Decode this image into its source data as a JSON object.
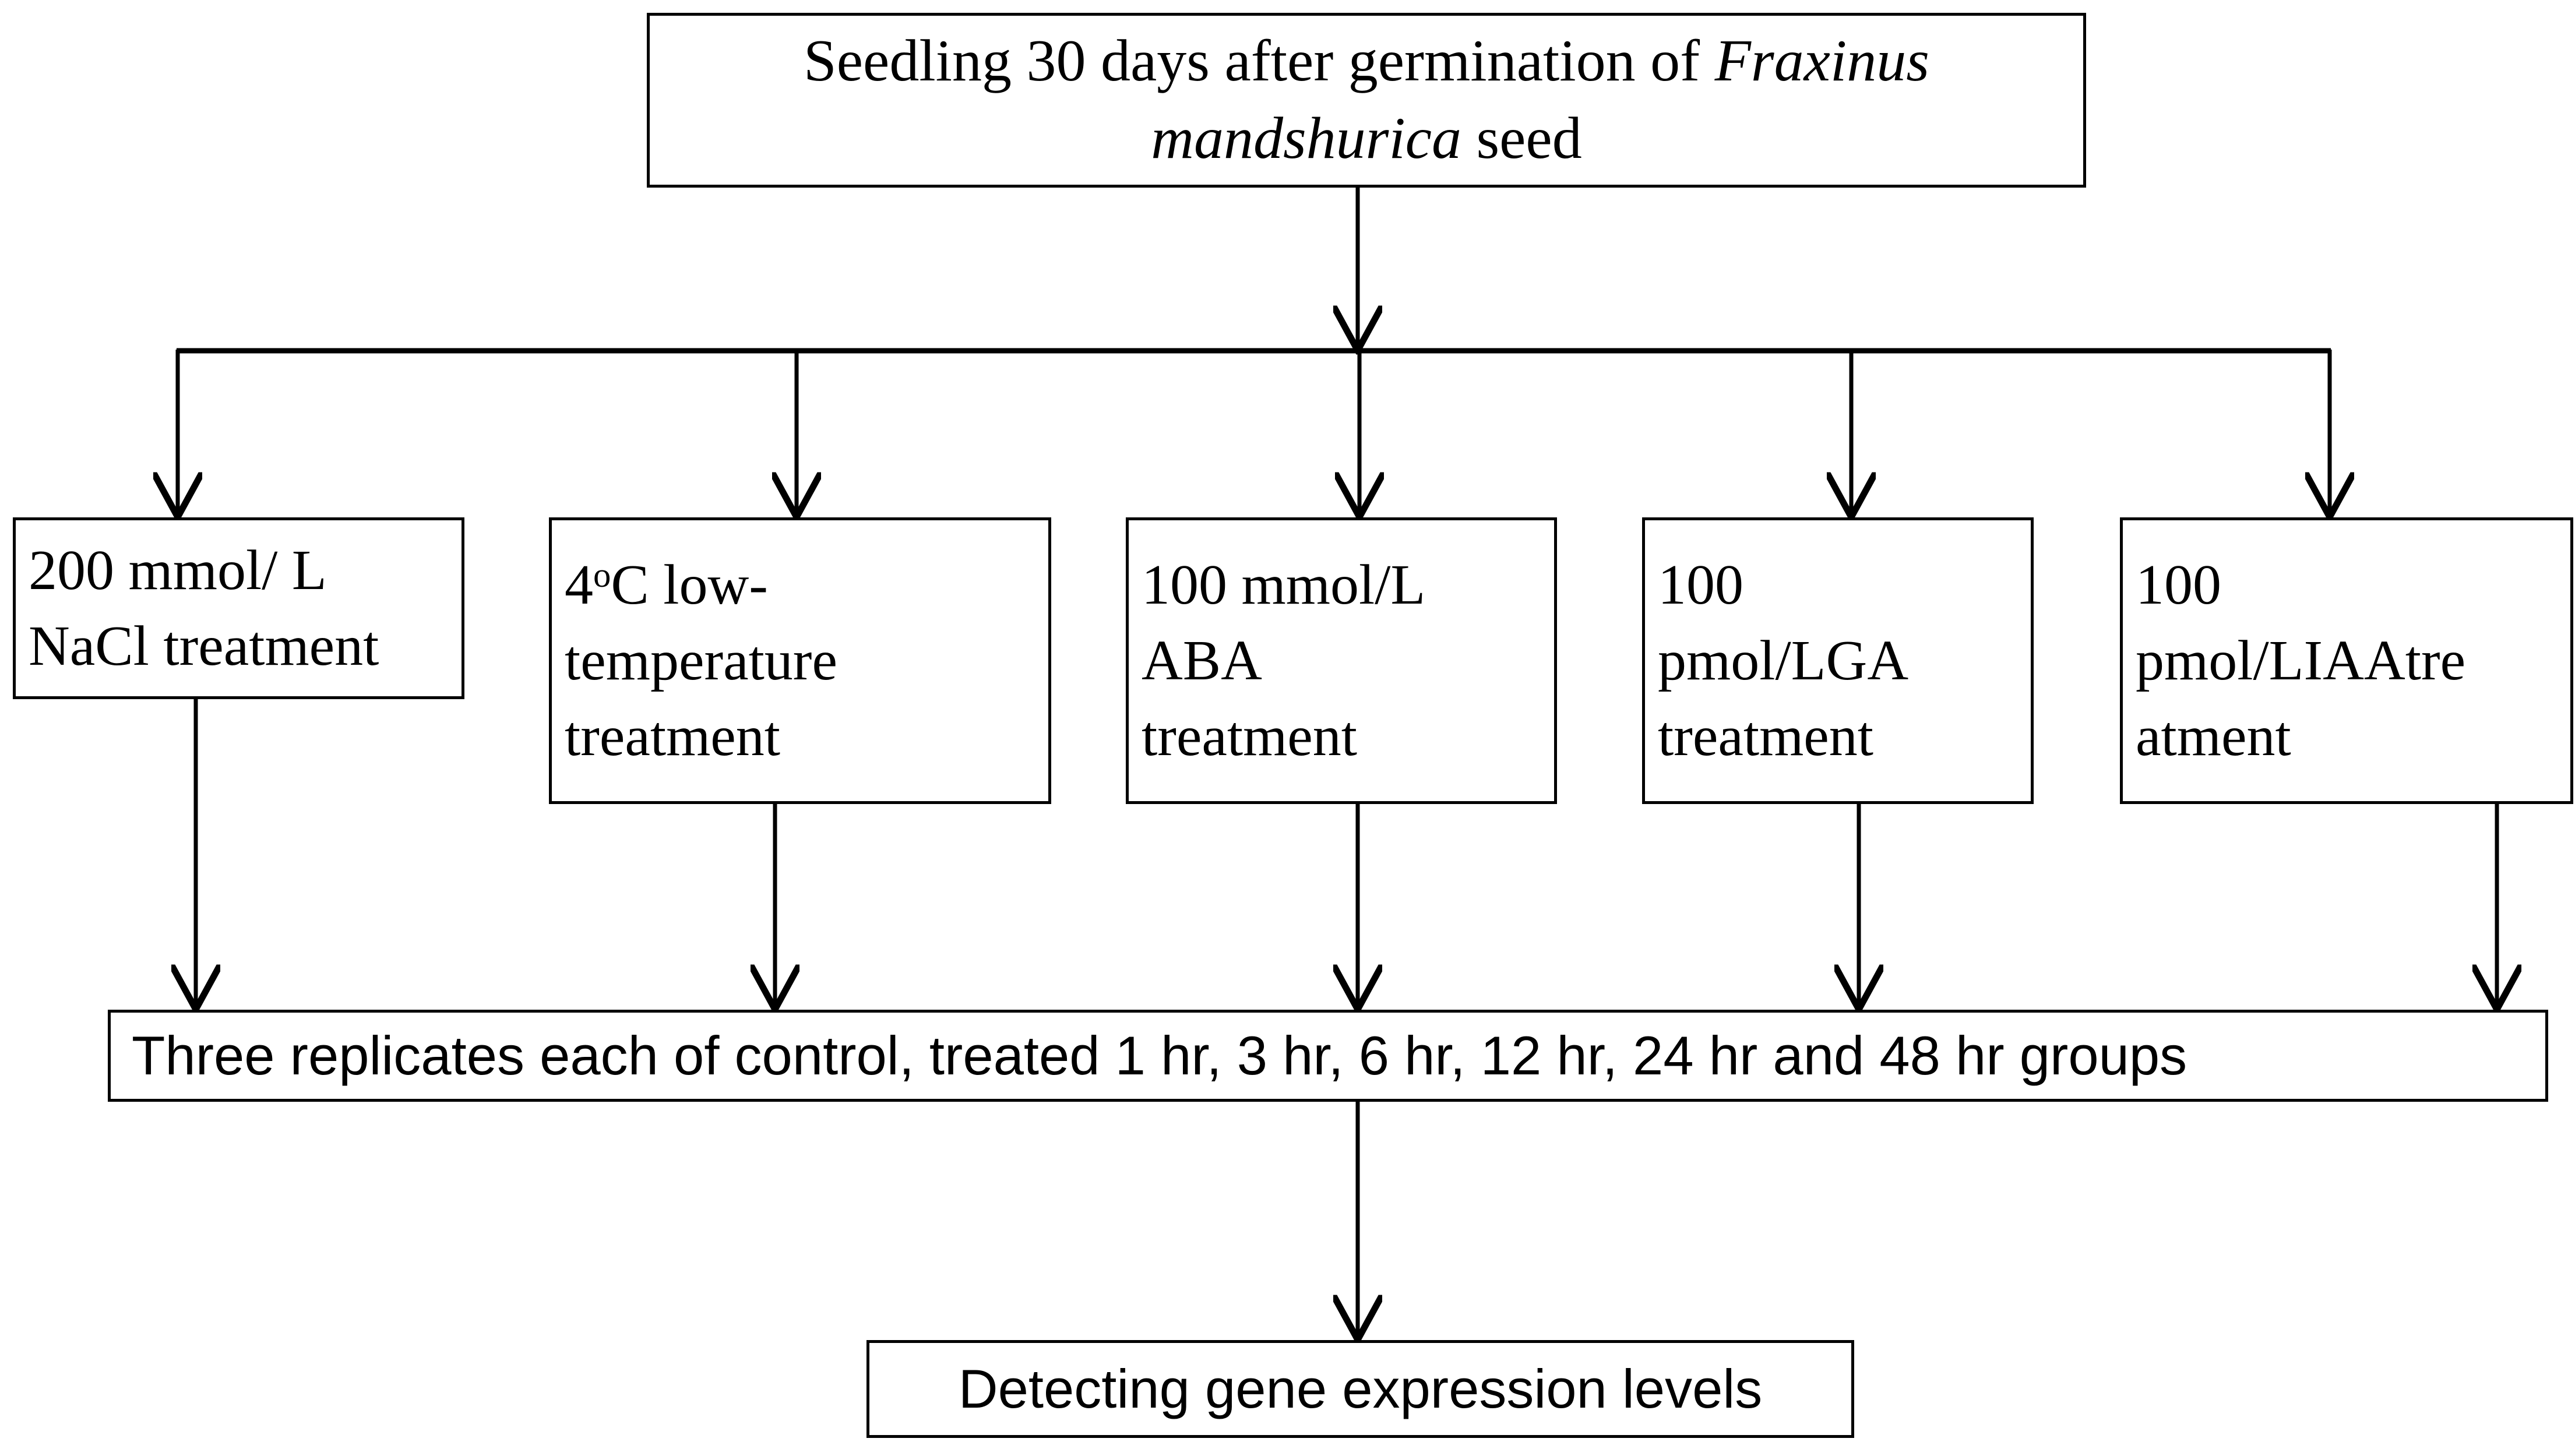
{
  "diagram": {
    "title": "Experimental design flowchart",
    "colors": {
      "stroke": "#000000",
      "background": "#ffffff",
      "text": "#000000"
    },
    "top_node": {
      "line1_before_italic": "Seedling 30 days after germination of ",
      "italic_species": "Fraxinus mandshurica",
      "line1_after_italic": " seed",
      "full_text": "Seedling 30 days after germination of Fraxinus mandshurica seed"
    },
    "treatments": [
      {
        "id": "nacl",
        "line1": "200 mmol/ L",
        "line2": "NaCl treatment",
        "line3": "",
        "full_text": "200 mmol/ L NaCl treatment"
      },
      {
        "id": "cold",
        "line1_value": "4",
        "line1_degree": "o",
        "line1_rest": "C low-",
        "line2": "temperature",
        "line3": "treatment",
        "full_text": "4oC low-temperature treatment"
      },
      {
        "id": "aba",
        "line1": "100 mmol/L",
        "line2": "ABA",
        "line3": "treatment",
        "full_text": "100 mmol/L ABA treatment"
      },
      {
        "id": "ga",
        "line1": "100",
        "line2": "pmol/LGA",
        "line3": "treatment",
        "full_text": "100 pmol/LGA treatment"
      },
      {
        "id": "iaa",
        "line1": "100",
        "line2": "pmol/LIAAtre",
        "line3": "atment",
        "full_text": "100 pmol/LIAAtre atment"
      }
    ],
    "replicates_node": {
      "text": "Three replicates each of control, treated 1 hr, 3 hr, 6 hr, 12 hr, 24 hr and 48 hr groups"
    },
    "bottom_node": {
      "text": "Detecting gene expression levels"
    }
  }
}
